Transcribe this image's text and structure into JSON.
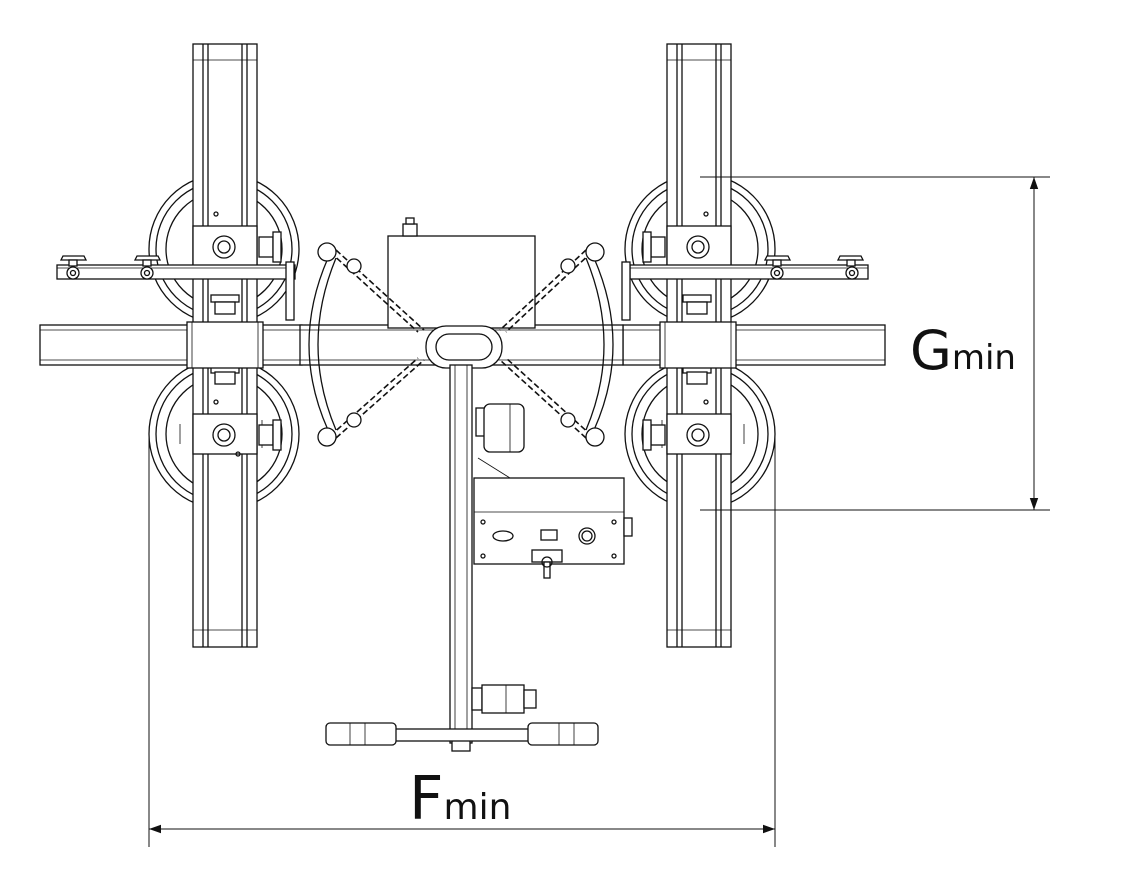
{
  "dimensions": {
    "width_label": {
      "letter": "F",
      "subscript": "min"
    },
    "height_label": {
      "letter": "G",
      "subscript": "min"
    }
  }
}
